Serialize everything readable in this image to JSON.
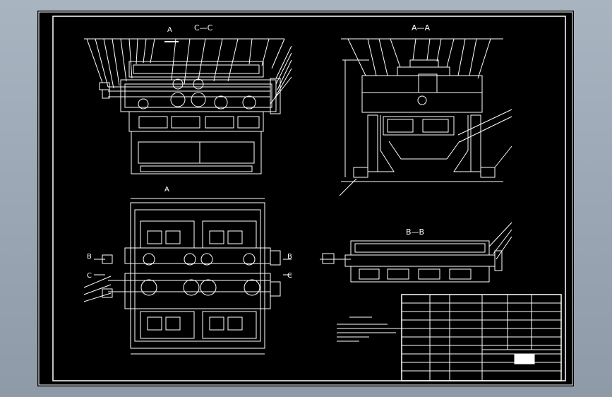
{
  "drawing": {
    "section_cc": "C—C",
    "section_aa": "A—A",
    "section_bb": "B—B",
    "marker_a_top": "A",
    "marker_a_bottom": "A",
    "marker_b_left": "B",
    "marker_b_right": "B",
    "marker_c_left": "C",
    "marker_c_right": "C"
  },
  "colors": {
    "background": "#000000",
    "line": "#ffffff",
    "frame_outer": "#a9b4c1"
  }
}
